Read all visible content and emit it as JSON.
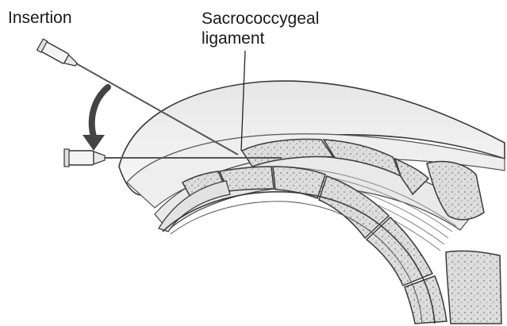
{
  "labels": {
    "insertion": "Insertion",
    "ligament_line1": "Sacrococcygeal",
    "ligament_line2": "ligament"
  },
  "colors": {
    "outline": "#3a3a3a",
    "bone_fill": "#d9d9d9",
    "tissue_fill": "#ececec",
    "skin_fill": "#f2f2f2",
    "needle": "#555555"
  },
  "icons": {
    "arrow": "curved-arrow-icon",
    "needle": "syringe-needle-icon"
  }
}
